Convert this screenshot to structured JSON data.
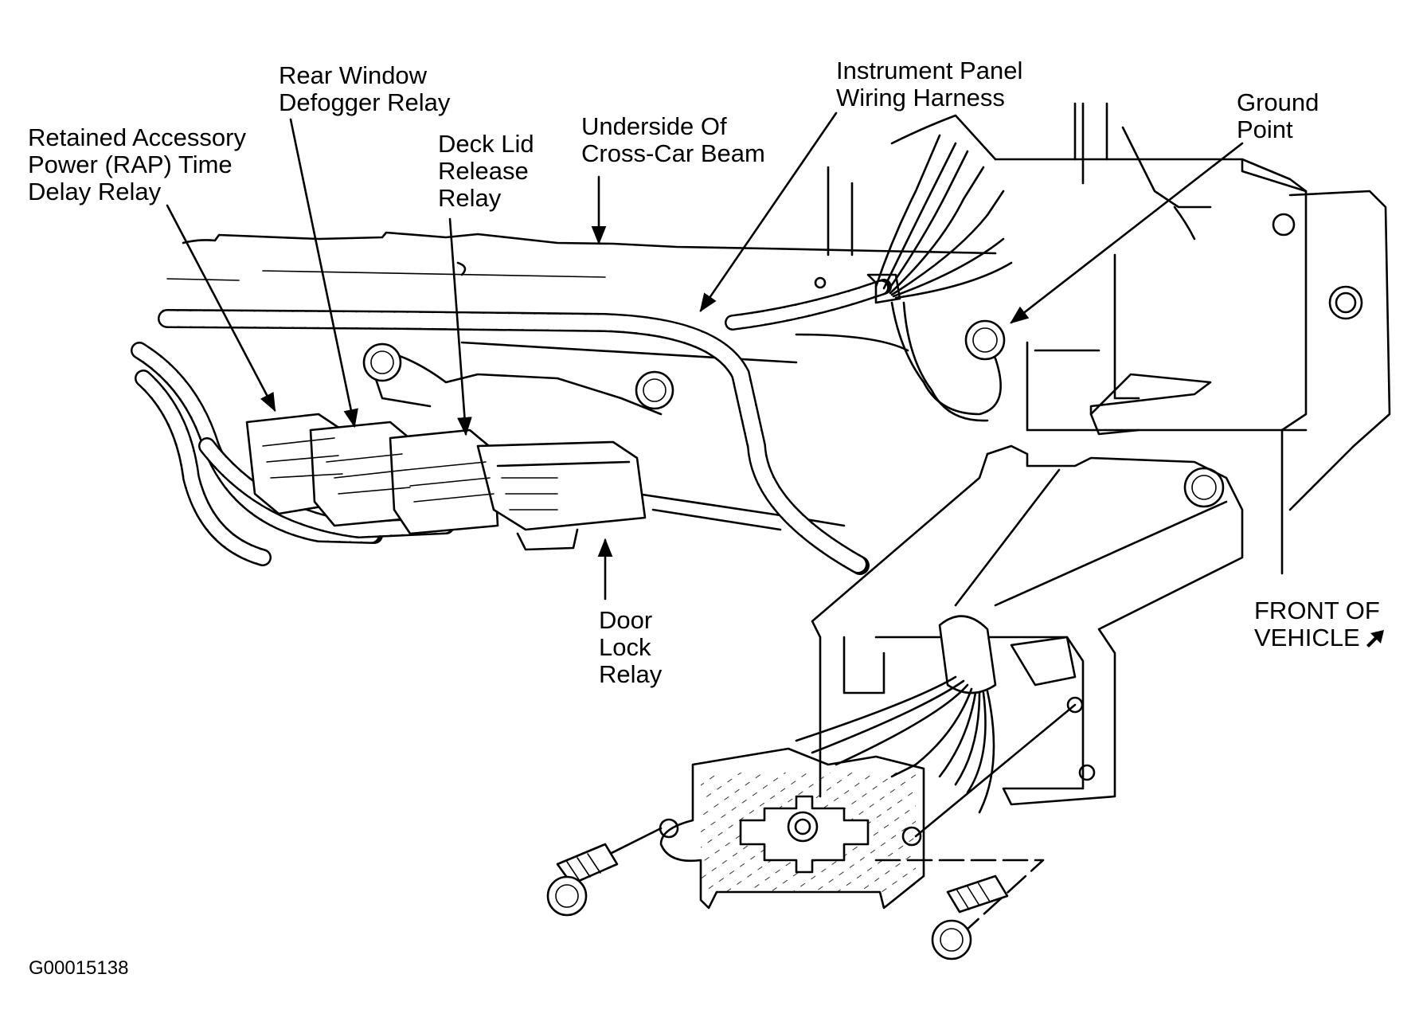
{
  "labels": {
    "rear_window": [
      "Rear Window",
      "Defogger Relay"
    ],
    "rap": [
      "Retained Accessory",
      "Power (RAP) Time",
      "Delay Relay"
    ],
    "deck_lid": [
      "Deck Lid",
      "Release",
      "Relay"
    ],
    "underside": [
      "Underside Of",
      "Cross-Car Beam"
    ],
    "ip_harness": [
      "Instrument Panel",
      "Wiring Harness"
    ],
    "ground": [
      "Ground",
      "Point"
    ],
    "door_lock": [
      "Door",
      "Lock",
      "Relay"
    ],
    "front": [
      "FRONT OF",
      "VEHICLE"
    ]
  },
  "figure_code": "G00015138",
  "icons": {
    "front_arrow": "arrow-up-right-icon"
  }
}
